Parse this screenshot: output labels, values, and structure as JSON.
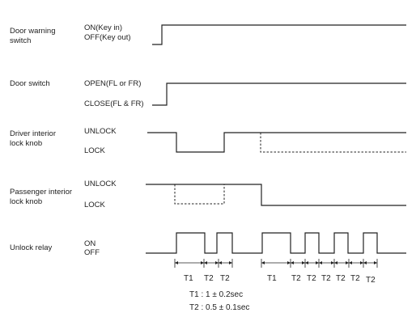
{
  "signals": [
    {
      "name": "Door warning",
      "name2": "switch",
      "high": "ON(Key in)",
      "low": "OFF(Key out)"
    },
    {
      "name": "Door switch",
      "name2": "",
      "high": "OPEN(FL or FR)",
      "low": "CLOSE(FL & FR)"
    },
    {
      "name": "Driver interior",
      "name2": "lock knob",
      "high": "UNLOCK",
      "low": "LOCK"
    },
    {
      "name": "Passenger interior",
      "name2": "lock knob",
      "high": "UNLOCK",
      "low": "LOCK"
    },
    {
      "name": "Unlock relay",
      "name2": "",
      "high": "ON",
      "low": "OFF"
    }
  ],
  "timing_labels": [
    "T1",
    "T2",
    "T2",
    "T1",
    "T2",
    "T2",
    "T2",
    "T2",
    "T2"
  ],
  "legend": {
    "t1": "T1 : 1 ± 0.2sec",
    "t2": "T2 : 0.5 ± 0.1sec"
  }
}
